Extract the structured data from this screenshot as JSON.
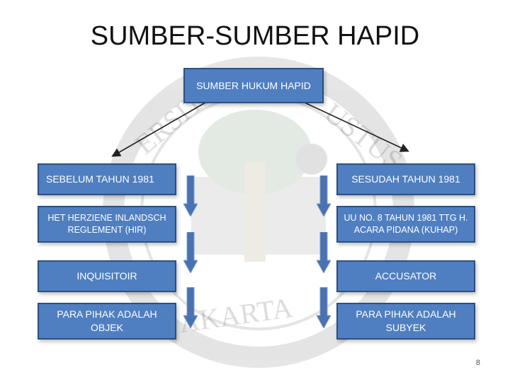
{
  "title": "SUMBER-SUMBER HAPID",
  "root": {
    "label": "SUMBER HUKUM HAPID"
  },
  "left_column": {
    "header": "SEBELUM TAHUN 1981",
    "items": [
      "HET HERZIENE INLANDSCH REGLEMENT (HIR)",
      "INQUISITOIR",
      "PARA PIHAK ADALAH OBJEK"
    ]
  },
  "right_column": {
    "header": "SESUDAH TAHUN 1981",
    "items": [
      "UU NO. 8 TAHUN 1981 TTG H. ACARA PIDANA (KUHAP)",
      "ACCUSATOR",
      "PARA  PIHAK ADALAH SUBYEK"
    ]
  },
  "watermark": {
    "text_top": "ERSITAS",
    "text_top_right": "USTUS",
    "text_bottom": "AKARTA"
  },
  "page_number": "8",
  "colors": {
    "box_fill": "#4f7fc1",
    "box_border": "#2d4f80",
    "arrow_fill": "#4a72b0"
  }
}
